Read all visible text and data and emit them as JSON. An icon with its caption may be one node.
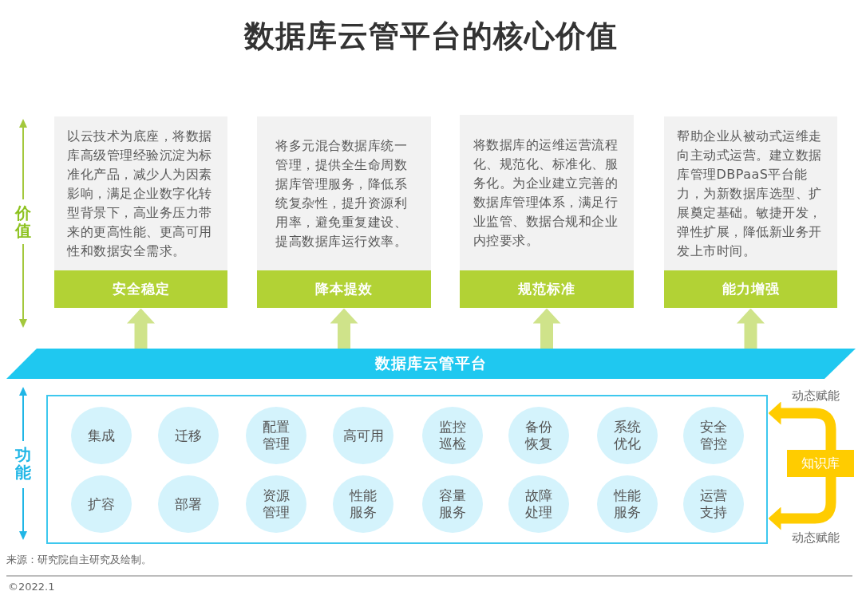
{
  "diagram": {
    "title": "数据库云管平台的核心价值",
    "nodes": [
      {
        "text": [
          "以云技术为底座，将数据库高级管理经验沉淀为标准化产品，减少人为因素影响，满足企业数字化转型背景下，高业务压力带来的更高性能、更高可用性和数据安全需求。",
          "安全稳定"
        ]
      },
      {
        "text": [
          "将多元混合数据库统一管理，提供全生命周数据库管理服务，降低系统复杂性，提升资源利用率，避免重复建设、提高数据库运行效率。",
          "降本提效"
        ]
      },
      {
        "text": [
          "将数据库的运维运营流程化、规范化、标准化、服务化。为企业建立完善的数据库管理体系，满足行业监管、数据合规和企业内控要求。",
          "规范标准"
        ]
      },
      {
        "text": [
          "帮助企业从被动式运维走向主动式运营。建立数据库管理DBPaaS平台能力，为新数据库选型、扩展奠定基础。敏捷开发，弹性扩展，降低新业务开发上市时间。",
          "能力增强"
        ]
      },
      {
        "text": [
          "数据库云管平台"
        ]
      },
      {
        "text": [],
        "shape": "box"
      },
      {
        "text": [
          "集成"
        ],
        "in": 5
      },
      {
        "text": [
          "迁移"
        ],
        "in": 5
      },
      {
        "text": [
          "配置管理"
        ],
        "in": 5
      },
      {
        "text": [
          "高可用"
        ],
        "in": 5
      },
      {
        "text": [
          "监控巡检"
        ],
        "in": 5
      },
      {
        "text": [
          "备份恢复"
        ],
        "in": 5
      },
      {
        "text": [
          "系统优化"
        ],
        "in": 5
      },
      {
        "text": [
          "安全管控"
        ],
        "in": 5
      },
      {
        "text": [
          "扩容"
        ],
        "in": 5
      },
      {
        "text": [
          "部署"
        ],
        "in": 5
      },
      {
        "text": [
          "资源管理"
        ],
        "in": 5
      },
      {
        "text": [
          "性能服务"
        ],
        "in": 5
      },
      {
        "text": [
          "容量服务"
        ],
        "in": 5
      },
      {
        "text": [
          "故障处理"
        ],
        "in": 5
      },
      {
        "text": [
          "性能服务"
        ],
        "in": 5
      },
      {
        "text": [
          "运营支持"
        ],
        "in": 5
      },
      {
        "text": [
          "知识库"
        ]
      }
    ],
    "edges": [
      {
        "from": 4,
        "to": 0,
        "arrow": "to"
      },
      {
        "from": 4,
        "to": 1,
        "arrow": "to"
      },
      {
        "from": 4,
        "to": 2,
        "arrow": "to"
      },
      {
        "from": 4,
        "to": 3,
        "arrow": "to"
      },
      {
        "from": 22,
        "to": 5,
        "arrow": "to",
        "label": "动态赋能",
        "color": "#ffcc00"
      },
      {
        "from": 22,
        "to": 5,
        "arrow": "to",
        "label": "动态赋能",
        "color": "#ffcc00"
      }
    ],
    "labels": [
      "价值",
      "功能",
      "来源：研究院自主研究及绘制。",
      "©2022.1"
    ]
  }
}
